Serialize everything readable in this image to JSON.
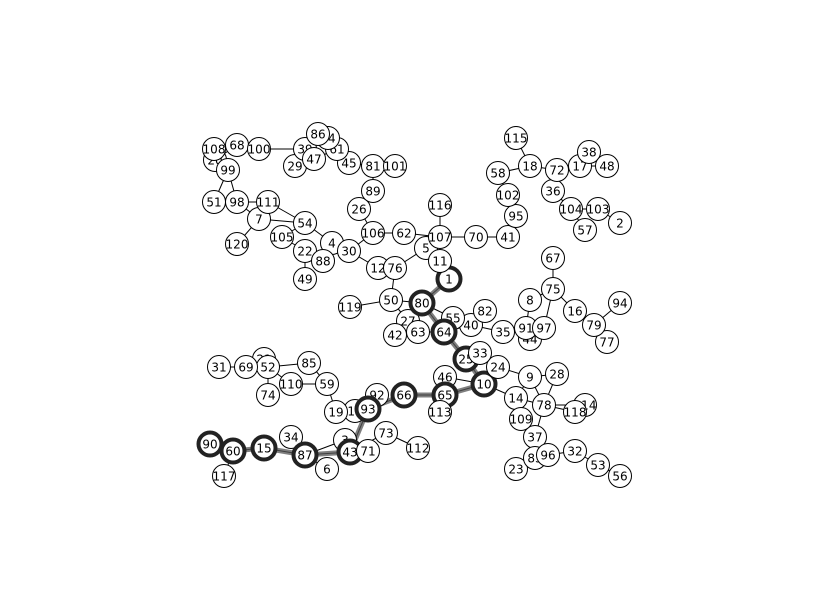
{
  "colors": {
    "edge": "#000000",
    "highlight": "#222222",
    "highlight_path": "#555555",
    "node_fill": "#ffffff"
  },
  "chart_data": {
    "type": "network",
    "nodes": [
      "1",
      "2",
      "3",
      "4",
      "5",
      "6",
      "7",
      "8",
      "9",
      "10",
      "11",
      "12",
      "13",
      "14",
      "15",
      "16",
      "17",
      "18",
      "19",
      "20",
      "21",
      "22",
      "23",
      "24",
      "25",
      "26",
      "27",
      "28",
      "29",
      "30",
      "31",
      "32",
      "33",
      "34",
      "35",
      "36",
      "37",
      "38",
      "39",
      "40",
      "41",
      "42",
      "43",
      "44",
      "45",
      "46",
      "47",
      "48",
      "49",
      "50",
      "51",
      "52",
      "53",
      "54",
      "55",
      "56",
      "57",
      "58",
      "59",
      "60",
      "61",
      "62",
      "63",
      "64",
      "65",
      "66",
      "67",
      "68",
      "69",
      "70",
      "71",
      "72",
      "73",
      "74",
      "75",
      "76",
      "77",
      "78",
      "79",
      "80",
      "81",
      "82",
      "83",
      "84",
      "85",
      "86",
      "87",
      "88",
      "89",
      "90",
      "91",
      "92",
      "93",
      "94",
      "95",
      "96",
      "97",
      "98",
      "99",
      "100",
      "101",
      "102",
      "103",
      "104",
      "105",
      "106",
      "107",
      "108",
      "109",
      "110",
      "111",
      "112",
      "113",
      "114",
      "115",
      "116",
      "117",
      "118",
      "119",
      "120"
    ],
    "highlighted_path": [
      "1",
      "80",
      "64",
      "25",
      "10",
      "65",
      "66",
      "93",
      "43",
      "87",
      "15",
      "60",
      "90"
    ],
    "edges": [
      [
        "1",
        "11"
      ],
      [
        "1",
        "80"
      ],
      [
        "11",
        "5"
      ],
      [
        "5",
        "107"
      ],
      [
        "5",
        "76"
      ],
      [
        "107",
        "116"
      ],
      [
        "107",
        "70"
      ],
      [
        "107",
        "62"
      ],
      [
        "70",
        "41"
      ],
      [
        "62",
        "106"
      ],
      [
        "106",
        "26"
      ],
      [
        "106",
        "30"
      ],
      [
        "26",
        "89"
      ],
      [
        "89",
        "81"
      ],
      [
        "81",
        "101"
      ],
      [
        "81",
        "45"
      ],
      [
        "45",
        "61"
      ],
      [
        "61",
        "84"
      ],
      [
        "61",
        "86"
      ],
      [
        "61",
        "47"
      ],
      [
        "47",
        "39"
      ],
      [
        "39",
        "29"
      ],
      [
        "39",
        "100"
      ],
      [
        "100",
        "68"
      ],
      [
        "68",
        "20"
      ],
      [
        "68",
        "108"
      ],
      [
        "20",
        "99"
      ],
      [
        "108",
        "99"
      ],
      [
        "99",
        "51"
      ],
      [
        "99",
        "98"
      ],
      [
        "51",
        "98"
      ],
      [
        "98",
        "111"
      ],
      [
        "98",
        "7"
      ],
      [
        "111",
        "54"
      ],
      [
        "7",
        "54"
      ],
      [
        "7",
        "120"
      ],
      [
        "54",
        "105"
      ],
      [
        "54",
        "4"
      ],
      [
        "105",
        "22"
      ],
      [
        "4",
        "30"
      ],
      [
        "4",
        "88"
      ],
      [
        "22",
        "88"
      ],
      [
        "22",
        "49"
      ],
      [
        "30",
        "12"
      ],
      [
        "12",
        "76"
      ],
      [
        "76",
        "50"
      ],
      [
        "50",
        "119"
      ],
      [
        "50",
        "80"
      ],
      [
        "50",
        "27"
      ],
      [
        "80",
        "55"
      ],
      [
        "80",
        "64"
      ],
      [
        "27",
        "63"
      ],
      [
        "27",
        "42"
      ],
      [
        "63",
        "64"
      ],
      [
        "55",
        "40"
      ],
      [
        "64",
        "40"
      ],
      [
        "64",
        "25"
      ],
      [
        "40",
        "82"
      ],
      [
        "40",
        "35"
      ],
      [
        "25",
        "33"
      ],
      [
        "25",
        "10"
      ],
      [
        "33",
        "24"
      ],
      [
        "24",
        "10"
      ],
      [
        "24",
        "9"
      ],
      [
        "10",
        "65"
      ],
      [
        "10",
        "14"
      ],
      [
        "10",
        "46"
      ],
      [
        "65",
        "66"
      ],
      [
        "65",
        "113"
      ],
      [
        "65",
        "46"
      ],
      [
        "66",
        "93"
      ],
      [
        "93",
        "92"
      ],
      [
        "93",
        "13"
      ],
      [
        "93",
        "43"
      ],
      [
        "13",
        "19"
      ],
      [
        "19",
        "59"
      ],
      [
        "59",
        "110"
      ],
      [
        "59",
        "85"
      ],
      [
        "110",
        "52"
      ],
      [
        "85",
        "52"
      ],
      [
        "52",
        "21"
      ],
      [
        "52",
        "74"
      ],
      [
        "52",
        "69"
      ],
      [
        "69",
        "31"
      ],
      [
        "43",
        "3"
      ],
      [
        "43",
        "71"
      ],
      [
        "43",
        "73"
      ],
      [
        "43",
        "87"
      ],
      [
        "73",
        "112"
      ],
      [
        "3",
        "87"
      ],
      [
        "87",
        "34"
      ],
      [
        "87",
        "6"
      ],
      [
        "87",
        "15"
      ],
      [
        "15",
        "60"
      ],
      [
        "60",
        "90"
      ],
      [
        "60",
        "117"
      ],
      [
        "9",
        "28"
      ],
      [
        "9",
        "14"
      ],
      [
        "9",
        "78"
      ],
      [
        "28",
        "78"
      ],
      [
        "14",
        "109"
      ],
      [
        "14",
        "78"
      ],
      [
        "78",
        "118"
      ],
      [
        "78",
        "114"
      ],
      [
        "78",
        "37"
      ],
      [
        "37",
        "83"
      ],
      [
        "37",
        "96"
      ],
      [
        "96",
        "32"
      ],
      [
        "32",
        "53"
      ],
      [
        "53",
        "56"
      ],
      [
        "83",
        "23"
      ],
      [
        "83",
        "96"
      ],
      [
        "8",
        "75"
      ],
      [
        "8",
        "91"
      ],
      [
        "75",
        "67"
      ],
      [
        "75",
        "16"
      ],
      [
        "75",
        "97"
      ],
      [
        "16",
        "79"
      ],
      [
        "79",
        "94"
      ],
      [
        "79",
        "77"
      ],
      [
        "91",
        "97"
      ],
      [
        "91",
        "44"
      ],
      [
        "35",
        "91"
      ],
      [
        "115",
        "18"
      ],
      [
        "18",
        "58"
      ],
      [
        "18",
        "72"
      ],
      [
        "58",
        "102"
      ],
      [
        "102",
        "95"
      ],
      [
        "72",
        "36"
      ],
      [
        "72",
        "17"
      ],
      [
        "17",
        "38"
      ],
      [
        "17",
        "48"
      ],
      [
        "36",
        "104"
      ],
      [
        "104",
        "103"
      ],
      [
        "104",
        "57"
      ],
      [
        "103",
        "2"
      ]
    ]
  }
}
